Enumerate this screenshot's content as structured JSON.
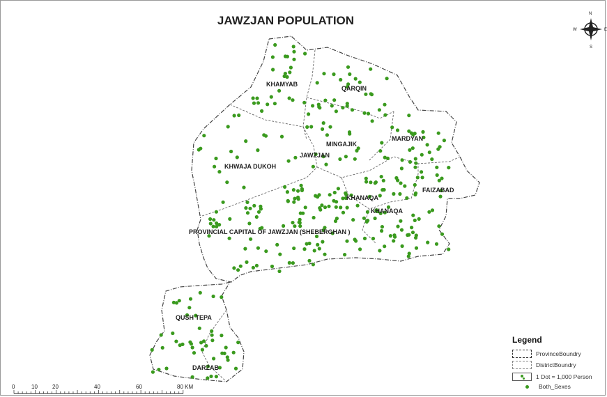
{
  "title": "JAWZJAN POPULATION",
  "districts": [
    {
      "id": "khamyab",
      "label": "KHAMYAB"
    },
    {
      "id": "qarqin",
      "label": "QARQIN"
    },
    {
      "id": "mardyan",
      "label": "MARDYAN"
    },
    {
      "id": "mingajik",
      "label": "MINGAJIK"
    },
    {
      "id": "jawzjan",
      "label": "JAWZJAN"
    },
    {
      "id": "khwaja-dukoh",
      "label": "KHWAJA DUKOH"
    },
    {
      "id": "khanaqa-1",
      "label": "KHANAQA"
    },
    {
      "id": "khanaqa-2",
      "label": "KHANAQA"
    },
    {
      "id": "faizabad",
      "label": "FAIZABAD"
    },
    {
      "id": "sheberghan",
      "label": "PROVINCIAL CAPITAL OF JAWZJAN (SHEBERGHAN )"
    },
    {
      "id": "qush-tepa",
      "label": "QUSH TEPA"
    },
    {
      "id": "darzab",
      "label": "DARZAB"
    }
  ],
  "compass": {
    "n": "N",
    "s": "S",
    "e": "E",
    "w": "W"
  },
  "legend": {
    "title": "Legend",
    "province_boundary": "ProvinceBoundry",
    "district_boundary": "DistrictBoundry",
    "dot_value": "1 Dot = 1,000 Person",
    "series": "Both_Sexes"
  },
  "scale_bar": {
    "ticks": [
      "0",
      "10",
      "20",
      "40",
      "60",
      "80 KM"
    ]
  },
  "colors": {
    "dot": "#3a9a1e",
    "boundary": "#555555",
    "title": "#222222"
  }
}
